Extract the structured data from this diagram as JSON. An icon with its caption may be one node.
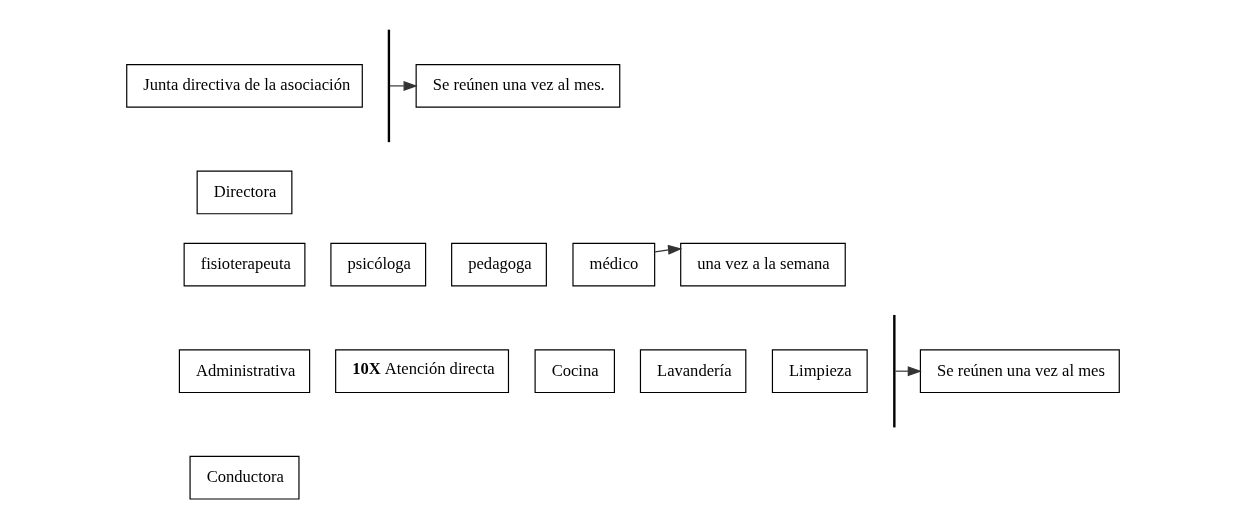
{
  "diagram": {
    "nodes": [
      {
        "text": [
          "Junta directiva de la asociación"
        ]
      },
      {
        "text": [
          "Directora"
        ]
      },
      {
        "text": [
          "Se reúnen una vez al mes."
        ]
      },
      {
        "text": [
          "fisioterapeuta"
        ]
      },
      {
        "text": [
          "psicóloga"
        ]
      },
      {
        "text": [
          "pedagoga"
        ]
      },
      {
        "text": [
          "médico"
        ]
      },
      {
        "text": [
          "una vez a la semana"
        ]
      },
      {
        "text": [
          "Administrativa"
        ]
      },
      {
        "text": [
          "**10X** Atención directa"
        ]
      },
      {
        "text": [
          "Cocina"
        ]
      },
      {
        "text": [
          "Lavandería"
        ]
      },
      {
        "text": [
          "Limpieza"
        ]
      },
      {
        "text": [
          "Se reúnen una vez al mes"
        ]
      },
      {
        "text": [
          "Conductora"
        ]
      }
    ],
    "edges": [
      {
        "from": null,
        "to": 2,
        "arrow": "to"
      },
      {
        "from": 6,
        "to": 7,
        "arrow": "to"
      },
      {
        "from": null,
        "to": 13,
        "arrow": "to"
      }
    ]
  }
}
